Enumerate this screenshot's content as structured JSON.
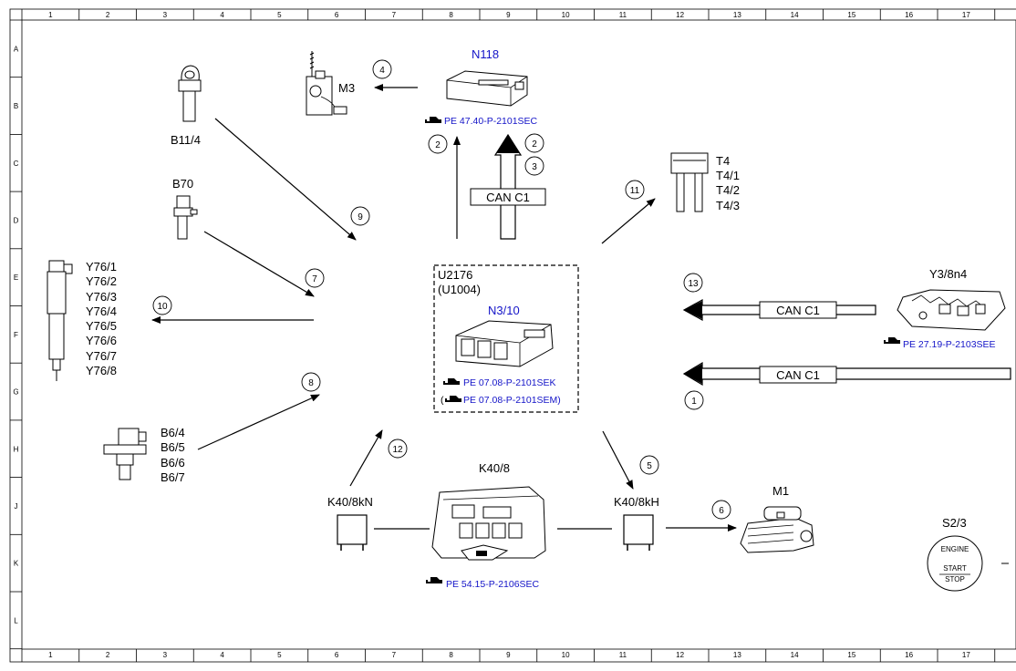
{
  "grid": {
    "columns": [
      "1",
      "2",
      "3",
      "4",
      "5",
      "6",
      "7",
      "8",
      "9",
      "10",
      "11",
      "12",
      "13",
      "14",
      "15",
      "16",
      "17"
    ],
    "rows": [
      "A",
      "B",
      "C",
      "D",
      "E",
      "F",
      "G",
      "H",
      "J",
      "K",
      "L"
    ]
  },
  "components": {
    "b11_4": "B11/4",
    "b70": "B70",
    "m3": "M3",
    "n118": "N118",
    "n118_ref": "PE 47.40-P-2101SEC",
    "t4_lines": [
      "T4",
      "T4/1",
      "T4/2",
      "T4/3"
    ],
    "y76_lines": [
      "Y76/1",
      "Y76/2",
      "Y76/3",
      "Y76/4",
      "Y76/5",
      "Y76/6",
      "Y76/7",
      "Y76/8"
    ],
    "u2176": "U2176",
    "u1004": "(U1004)",
    "n3_10": "N3/10",
    "n3_10_ref1": "PE 07.08-P-2101SEK",
    "n3_10_ref2": "PE 07.08-P-2101SEM)",
    "n3_10_ref2_prefix": "(",
    "y3_8n4": "Y3/8n4",
    "y3_8n4_ref": "PE 27.19-P-2103SEE",
    "b6_lines": [
      "B6/4",
      "B6/5",
      "B6/6",
      "B6/7"
    ],
    "k40_8": "K40/8",
    "k40_8_ref": "PE 54.15-P-2106SEC",
    "k40_8kn": "K40/8kN",
    "k40_8kh": "K40/8kH",
    "m1": "M1",
    "s2_3": "S2/3",
    "s2_3_button": [
      "ENGINE",
      "START",
      "STOP"
    ]
  },
  "signals": {
    "can_c1": "CAN C1",
    "numbers": [
      "1",
      "2",
      "2",
      "3",
      "4",
      "5",
      "6",
      "7",
      "8",
      "9",
      "10",
      "11",
      "12",
      "13"
    ]
  }
}
